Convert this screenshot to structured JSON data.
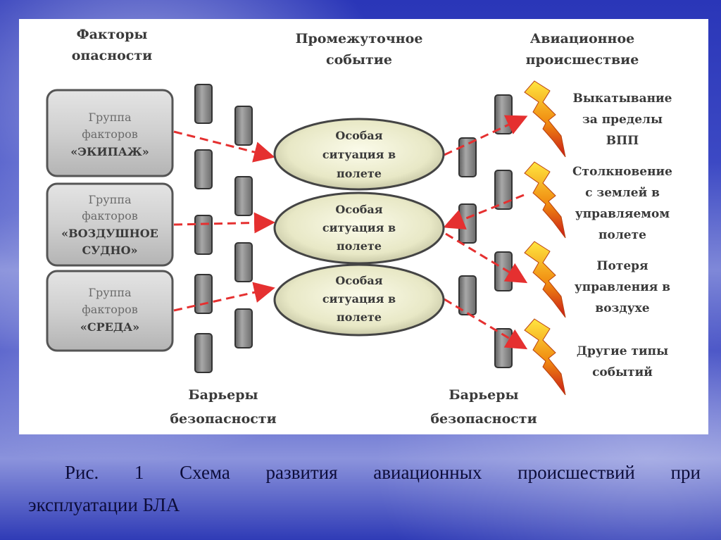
{
  "headers": {
    "factors": [
      "Факторы",
      "опасности"
    ],
    "intermediate": [
      "Промежуточное",
      "событие"
    ],
    "accident": [
      "Авиационное",
      "происшествие"
    ]
  },
  "factor_groups": [
    [
      "Группа",
      "факторов",
      "«ЭКИПАЖ»"
    ],
    [
      "Группа",
      "факторов",
      "«ВОЗДУШНОЕ",
      "СУДНО»"
    ],
    [
      "Группа",
      "факторов",
      "«СРЕДА»"
    ]
  ],
  "intermediate_events": [
    [
      "Особая",
      "ситуация в",
      "полете"
    ],
    [
      "Особая",
      "ситуация в",
      "полете"
    ],
    [
      "Особая",
      "ситуация в",
      "полете"
    ]
  ],
  "outcomes": [
    [
      "Выкатывание",
      "за пределы",
      "ВПП"
    ],
    [
      "Столкновение",
      "с землей в",
      "управляемом",
      "полете"
    ],
    [
      "Потеря",
      "управления в",
      "воздухе"
    ],
    [
      "Другие типы",
      "событий"
    ]
  ],
  "barriers_left": [
    "Барьеры",
    "безопасности"
  ],
  "barriers_right": [
    "Барьеры",
    "безопасности"
  ],
  "caption": {
    "line1": "Рис. 1 Схема развития авиационных происшествий при",
    "line2": "эксплуатации БЛА"
  },
  "colors": {
    "arrow": "#e53030",
    "barrier": "#7a7a7a",
    "box": "#c8c8c8",
    "ellipse": "#e9e9c8",
    "lightning": "#f0a010"
  }
}
